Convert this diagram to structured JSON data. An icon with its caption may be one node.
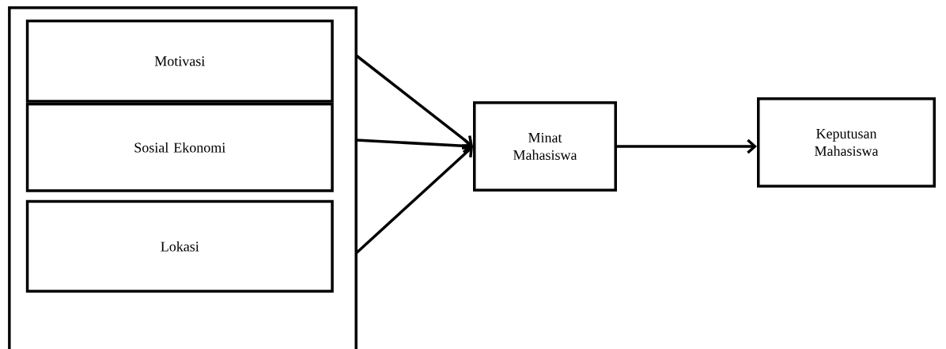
{
  "diagram": {
    "nodes": [
      {
        "text": [],
        "shape": "box"
      },
      {
        "text": [
          "Motivasi"
        ],
        "in": 0
      },
      {
        "text": [
          "Sosial Ekonomi"
        ],
        "in": 0
      },
      {
        "text": [
          "Lokasi"
        ],
        "in": 0
      },
      {
        "text": [
          "Minat Mahasiswa"
        ]
      },
      {
        "text": [
          "Keputusan Mahasiswa"
        ]
      }
    ],
    "edges": [
      {
        "from": 0,
        "to": 4,
        "arrow": "to"
      },
      {
        "from": 0,
        "to": 4,
        "arrow": "to"
      },
      {
        "from": 0,
        "to": 4,
        "arrow": "to"
      },
      {
        "from": 4,
        "to": 5,
        "arrow": "to"
      }
    ]
  }
}
